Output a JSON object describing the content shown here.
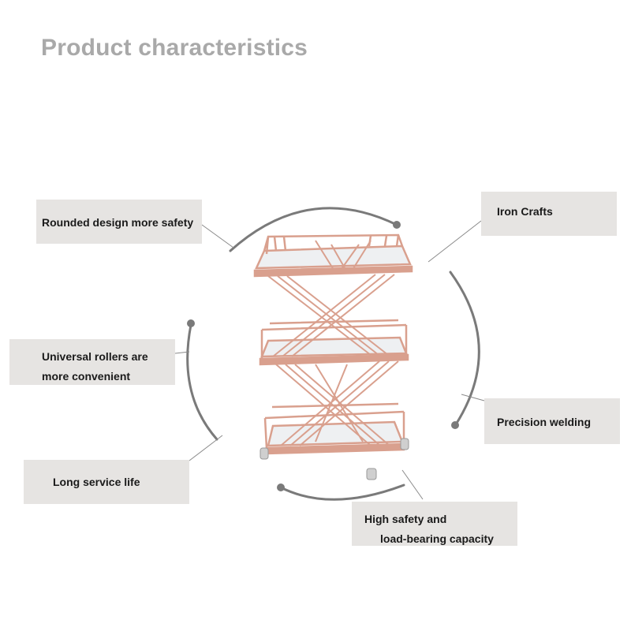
{
  "title": "Product characteristics",
  "labels": {
    "rounded": "Rounded design more safety",
    "iron": "Iron Crafts",
    "rollers_line1": "Universal rollers are",
    "rollers_line2": "more convenient",
    "welding": "Precision welding",
    "service": "Long service life",
    "safety_line1": "High safety and",
    "safety_line2": "load-bearing capacity"
  },
  "colors": {
    "title": "#a9a9a9",
    "label_bg": "#e6e4e2",
    "arc": "#7a7a7a",
    "frame": "#d9a08e",
    "shelf": "#eef0f2"
  }
}
